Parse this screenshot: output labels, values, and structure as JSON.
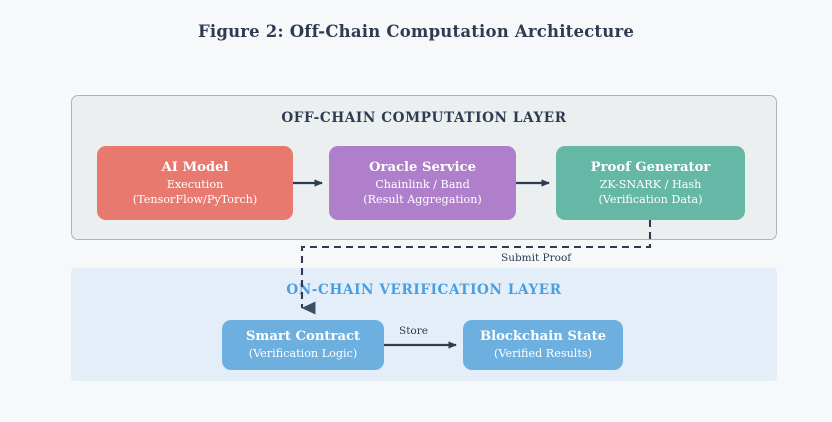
{
  "figure": {
    "title": "Figure 2: Off-Chain Computation Architecture"
  },
  "layers": {
    "offchain": {
      "title": "OFF-CHAIN COMPUTATION LAYER",
      "panel_color": "#EBEFEF",
      "border_color": "#A8B6B6",
      "title_color": "#2E3B52"
    },
    "onchain": {
      "title": "ON-CHAIN VERIFICATION LAYER",
      "panel_color": "#E3EEF9",
      "title_color": "#4A9FE0"
    }
  },
  "nodes": [
    {
      "id": "ai-model",
      "title": "AI Model",
      "sub": "Execution",
      "sub2": "(TensorFlow/PyTorch)",
      "color": "#E8796F",
      "layer": "offchain"
    },
    {
      "id": "oracle-service",
      "title": "Oracle Service",
      "sub": "Chainlink / Band",
      "sub2": "(Result Aggregation)",
      "color": "#B07FCC",
      "layer": "offchain"
    },
    {
      "id": "proof-generator",
      "title": "Proof Generator",
      "sub": "ZK-SNARK / Hash",
      "sub2": "(Verification Data)",
      "color": "#66B8A6",
      "layer": "offchain"
    },
    {
      "id": "smart-contract",
      "title": "Smart Contract",
      "sub": "(Verification Logic)",
      "sub2": "",
      "color": "#6DB0E0",
      "layer": "onchain"
    },
    {
      "id": "blockchain-state",
      "title": "Blockchain State",
      "sub": "(Verified Results)",
      "sub2": "",
      "color": "#6DB0E0",
      "layer": "onchain"
    }
  ],
  "edges": [
    {
      "id": "ai-to-oracle",
      "from": "ai-model",
      "to": "oracle-service",
      "label": "",
      "style": "solid"
    },
    {
      "id": "oracle-to-proof",
      "from": "oracle-service",
      "to": "proof-generator",
      "label": "",
      "style": "solid"
    },
    {
      "id": "proof-to-contract",
      "from": "proof-generator",
      "to": "smart-contract",
      "label": "Submit Proof",
      "style": "dashed"
    },
    {
      "id": "contract-to-state",
      "from": "smart-contract",
      "to": "blockchain-state",
      "label": "Store",
      "style": "solid"
    }
  ],
  "colors": {
    "page_background": "#F7F8FA",
    "arrow": "#2E3B52",
    "text_dark": "#2E3B52",
    "text_light": "#FFFFFF"
  }
}
